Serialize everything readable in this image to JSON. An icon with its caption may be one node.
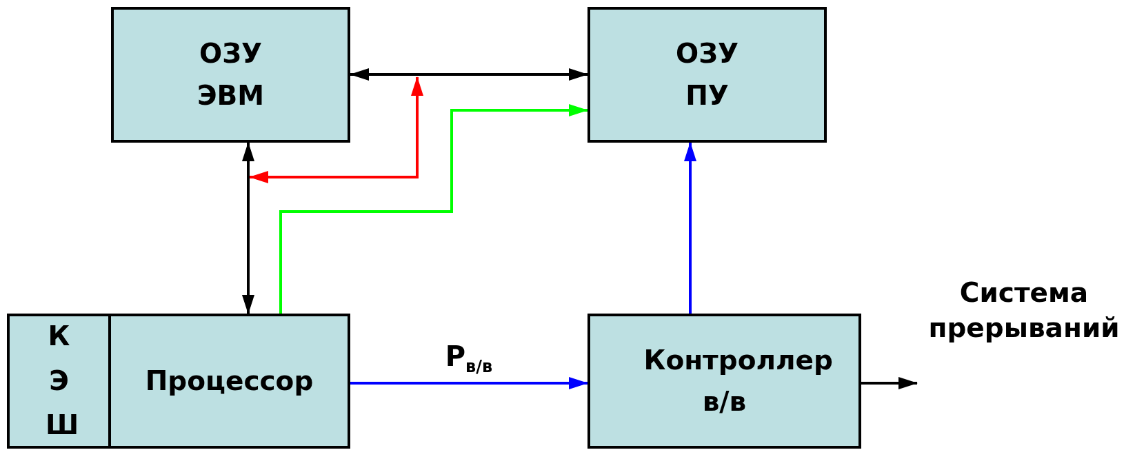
{
  "diagram": {
    "nodes": [
      {
        "text": [
          "ОЗУ ЭВМ"
        ]
      },
      {
        "text": [
          "ОЗУ ПУ"
        ]
      },
      {
        "text": [
          "КЭШ"
        ]
      },
      {
        "text": [
          "Процессор"
        ]
      },
      {
        "text": [
          "Контроллер в/в"
        ]
      },
      {
        "text": [
          "Система прерываний"
        ]
      }
    ],
    "edges": [
      {
        "from": 0,
        "to": 1,
        "arrow": "both"
      },
      {
        "from": null,
        "to": 0,
        "arrow": "both",
        "color": "#ff0000"
      },
      {
        "from": 0,
        "to": 3,
        "arrow": "both"
      },
      {
        "from": 3,
        "to": 1,
        "arrow": "to",
        "color": "#00ff00"
      },
      {
        "from": 3,
        "to": 4,
        "arrow": "to",
        "label": "Р$_{в/в}$",
        "color": "#0000ff"
      },
      {
        "from": 4,
        "to": 1,
        "arrow": "to",
        "color": "#0000ff"
      },
      {
        "from": 4,
        "to": 5,
        "arrow": "to"
      }
    ]
  }
}
